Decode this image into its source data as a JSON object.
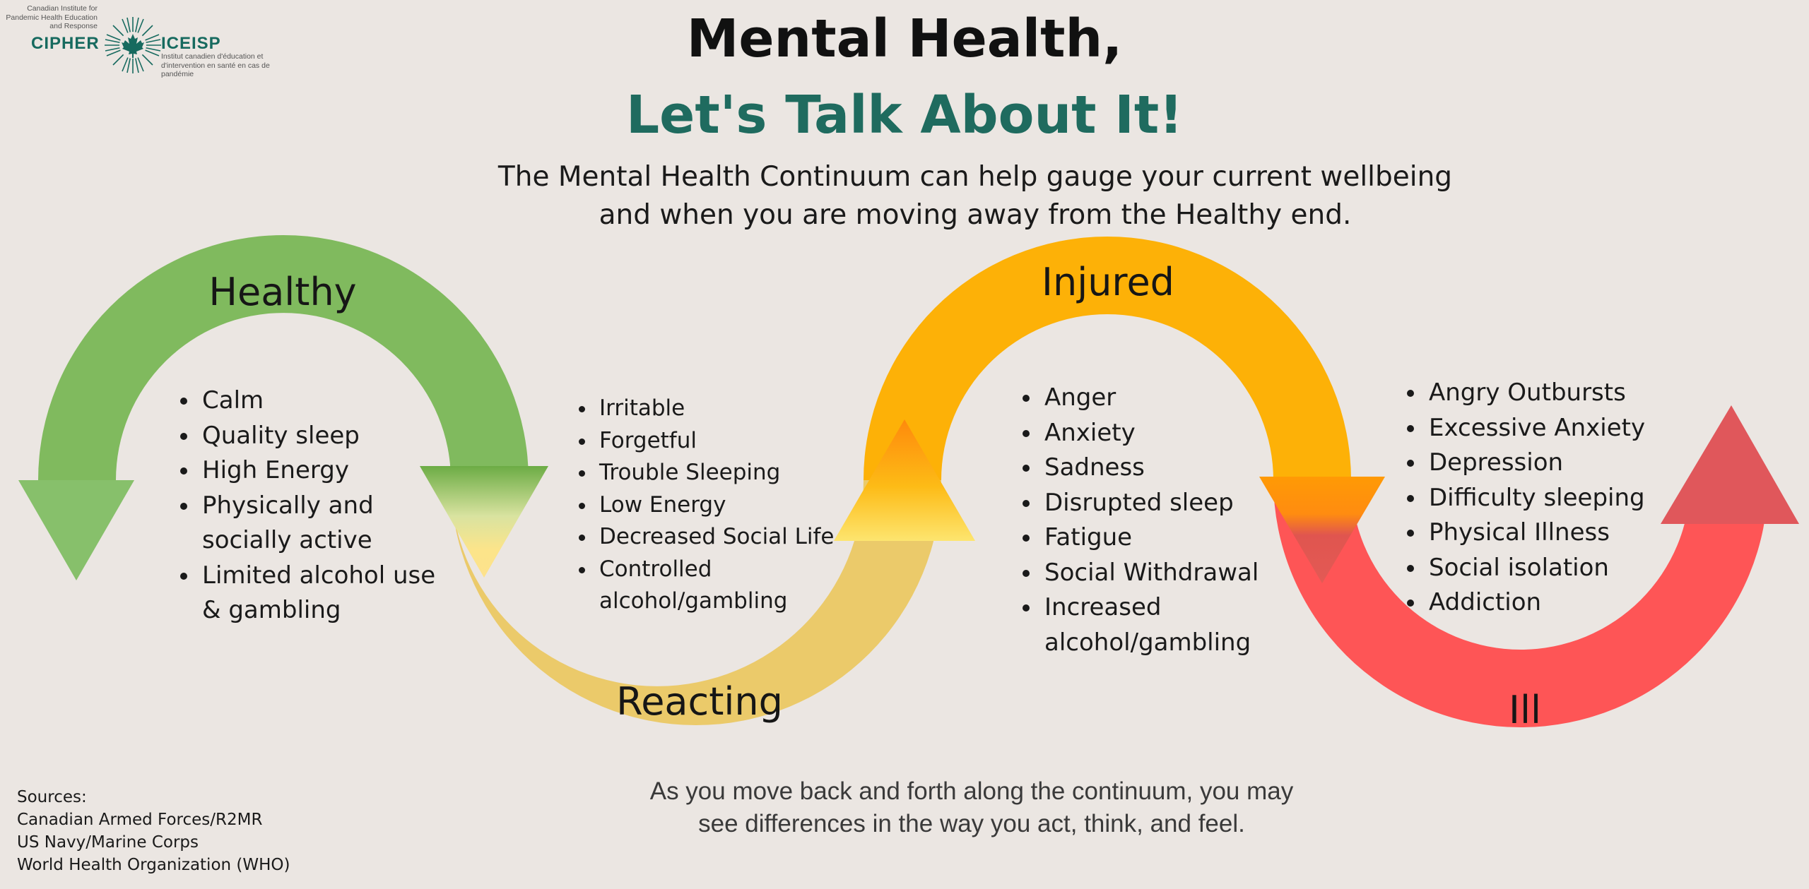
{
  "logo": {
    "org_en": "Canadian Institute for Pandemic Health Education and Response",
    "acronym_en": "CIPHER",
    "acronym_fr": "ICEISP",
    "org_fr": "Institut canadien d'éducation et d'intervention en santé en cas de pandémie",
    "brand_color": "#176a5f"
  },
  "title": {
    "line1": "Mental Health,",
    "line2": "Let's Talk About It!"
  },
  "subtitle": {
    "line1": "The Mental Health Continuum can help gauge your current wellbeing",
    "line2": "and when you are moving away from the Healthy end."
  },
  "stages": {
    "healthy": {
      "label": "Healthy",
      "color": "#7fba5a",
      "items": [
        "Calm",
        "Quality sleep",
        "High Energy",
        "Physically and socially active",
        "Limited alcohol use & gambling"
      ]
    },
    "reacting": {
      "label": "Reacting",
      "color": "#ebca6a",
      "items": [
        "Irritable",
        "Forgetful",
        "Trouble Sleeping",
        "Low Energy",
        "Decreased Social Life",
        "Controlled alcohol/gambling"
      ]
    },
    "injured": {
      "label": "Injured",
      "color": "#fdb107",
      "items": [
        "Anger",
        "Anxiety",
        "Sadness",
        "Disrupted sleep",
        "Fatigue",
        "Social Withdrawal",
        "Increased alcohol/gambling"
      ]
    },
    "ill": {
      "label": "Ill",
      "color": "#fe5556",
      "items": [
        "Angry Outbursts",
        "Excessive Anxiety",
        "Depression",
        "Difficulty sleeping",
        "Physical Illness",
        "Social isolation",
        "Addiction"
      ]
    }
  },
  "footer": {
    "line1": "As you move back and forth along the continuum, you may",
    "line2": "see differences in the way you act, think, and feel."
  },
  "sources": {
    "heading": "Sources:",
    "items": [
      "Canadian Armed Forces/R2MR",
      "US Navy/Marine Corps",
      "World Health Organization (WHO)"
    ]
  }
}
